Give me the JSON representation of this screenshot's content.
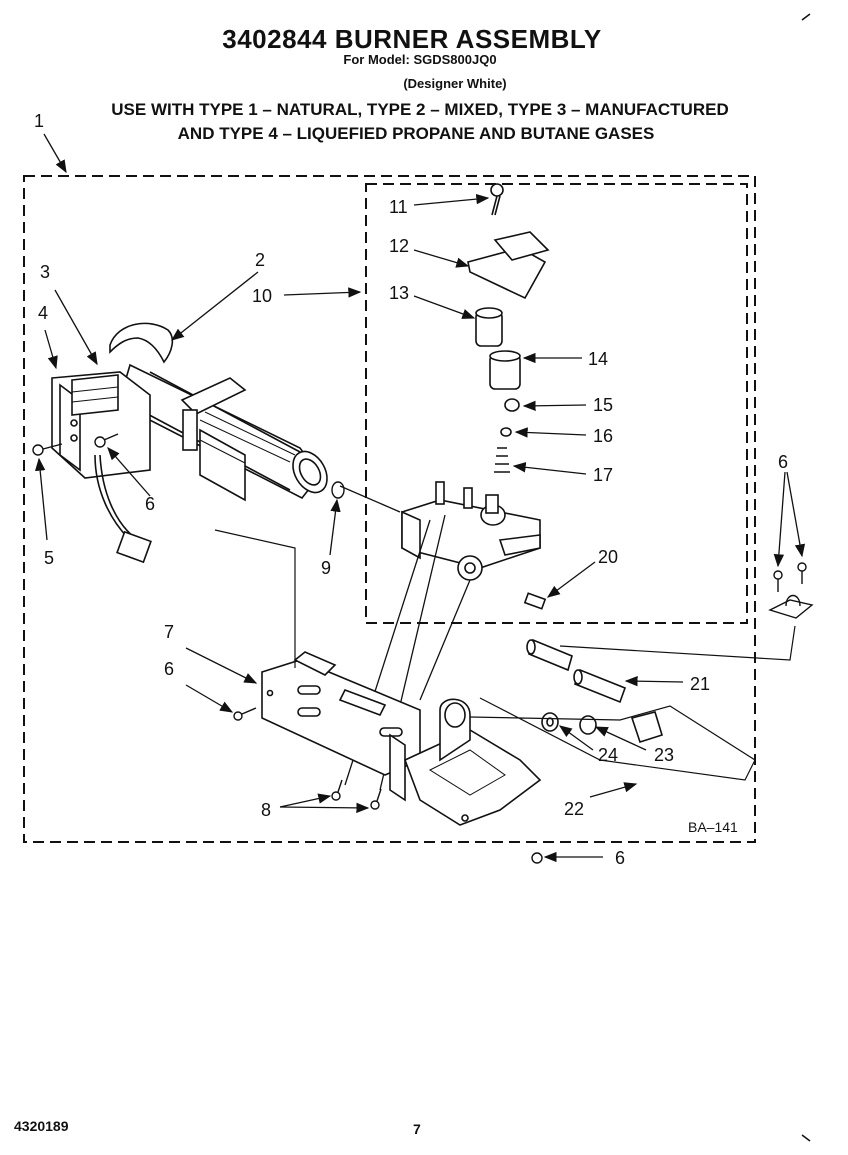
{
  "header": {
    "title": "3402844 BURNER ASSEMBLY",
    "model": "For Model: SGDS800JQ0",
    "variant": "(Designer White)",
    "usage_line1": "USE WITH TYPE 1 – NATURAL, TYPE 2 – MIXED, TYPE 3 – MANUFACTURED",
    "usage_line2": "AND TYPE 4 – LIQUEFIED PROPANE AND BUTANE GASES"
  },
  "callouts": {
    "c1": "1",
    "c2": "2",
    "c3": "3",
    "c4": "4",
    "c5": "5",
    "c6a": "6",
    "c6b": "6",
    "c6c": "6",
    "c6d": "6",
    "c7": "7",
    "c8": "8",
    "c9": "9",
    "c10": "10",
    "c11": "11",
    "c12": "12",
    "c13": "13",
    "c14": "14",
    "c15": "15",
    "c16": "16",
    "c17": "17",
    "c20": "20",
    "c21": "21",
    "c22": "22",
    "c23": "23",
    "c24": "24"
  },
  "figure_code": "BA–141",
  "footer": {
    "doc_number": "4320189",
    "page_number": "7"
  }
}
